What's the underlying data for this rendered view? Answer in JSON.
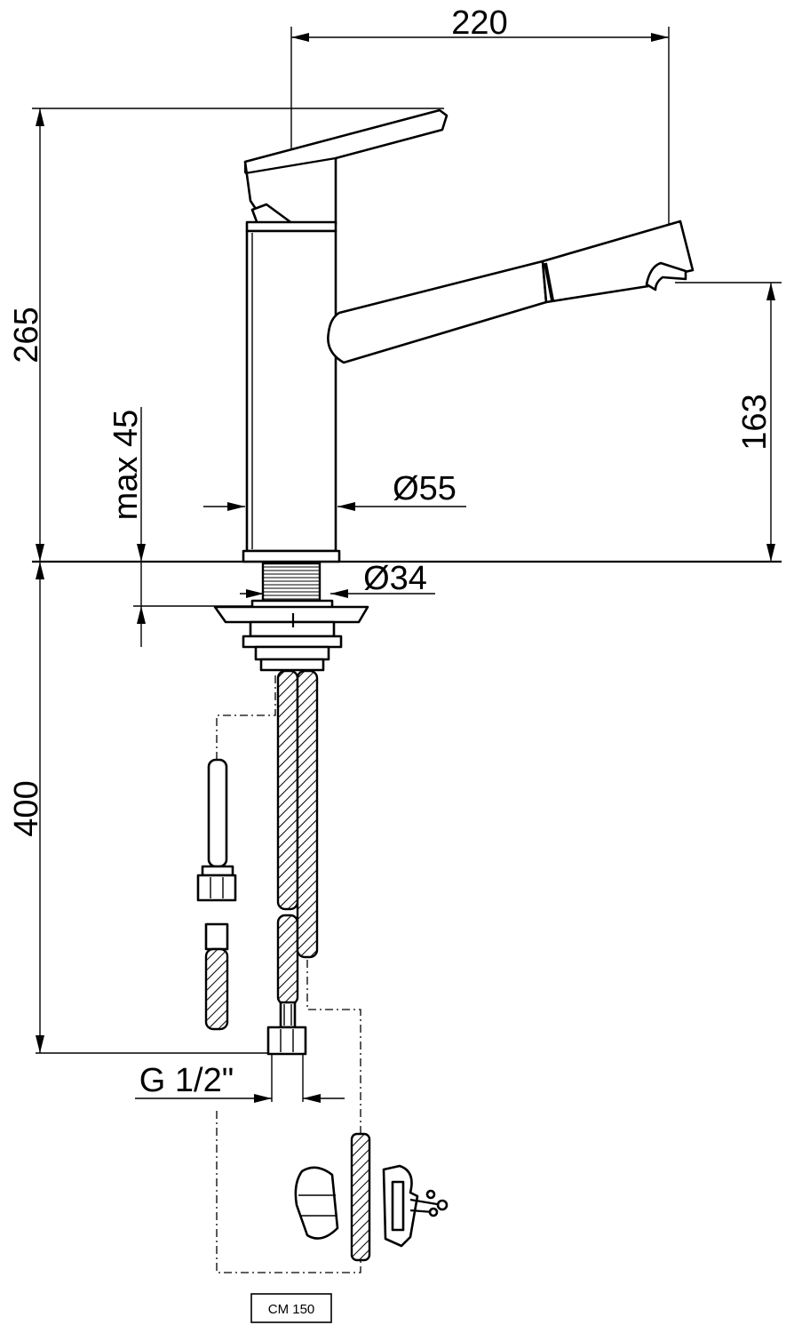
{
  "dimensions": {
    "spout_reach": "220",
    "total_height": "265",
    "spout_outlet_height": "163",
    "max_counter_thickness": "max 45",
    "body_diameter": "Ø55",
    "mounting_hole_diameter": "Ø34",
    "hose_length": "400",
    "connection_thread": "G 1/2\""
  },
  "accessory_label": "CM 150"
}
